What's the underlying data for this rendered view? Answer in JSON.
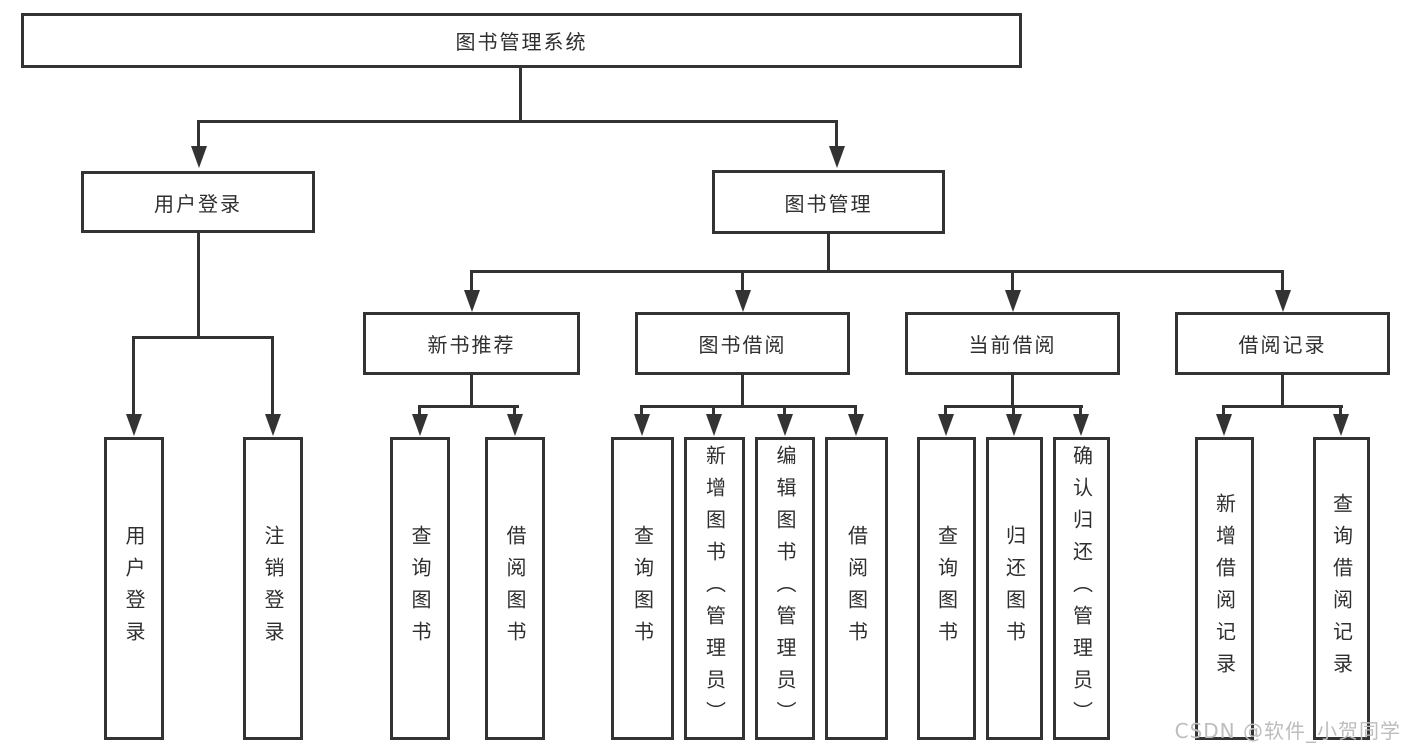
{
  "diagram": {
    "title_node": "图书管理系统",
    "root": "图书管理系统",
    "level2": [
      "用户登录",
      "图书管理"
    ],
    "level3": [
      "新书推荐",
      "图书借阅",
      "当前借阅",
      "借阅记录"
    ],
    "leaves": [
      "用户登录",
      "注销登录",
      "查询图书",
      "借阅图书",
      "查询图书",
      "新增图书（管理员）",
      "编辑图书（管理员）",
      "借阅图书",
      "查询图书",
      "归还图书",
      "确认归还（管理员）",
      "新增借阅记录",
      "查询借阅记录"
    ]
  },
  "watermark": "CSDN @软件_小贺同学",
  "colors": {
    "line": "#333333",
    "text": "#2f2f2f",
    "watermark": "#bdbdbd",
    "background": "#ffffff"
  }
}
